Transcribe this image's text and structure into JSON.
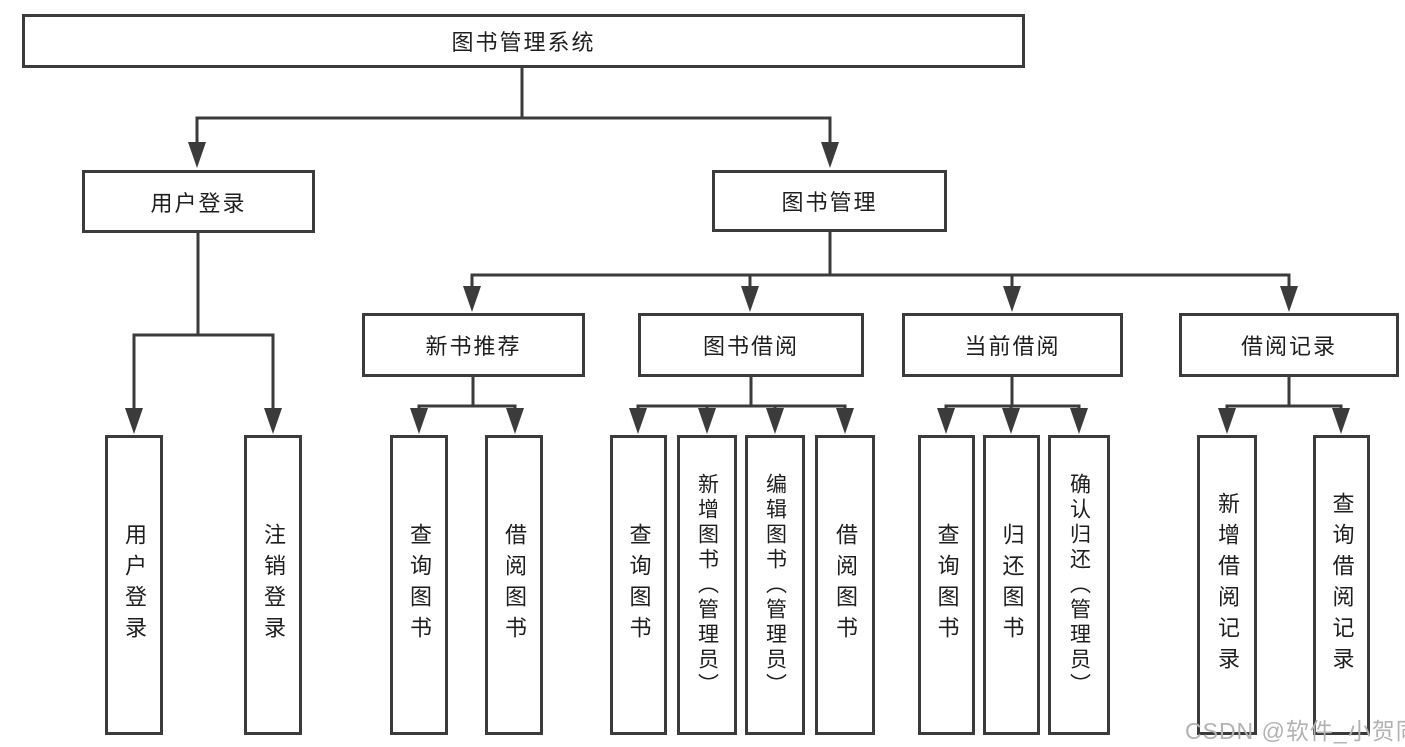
{
  "tree": {
    "label": "图书管理系统",
    "children": [
      {
        "label": "用户登录",
        "children": [
          {
            "label": "用户登录"
          },
          {
            "label": "注销登录"
          }
        ]
      },
      {
        "label": "图书管理",
        "children": [
          {
            "label": "新书推荐",
            "children": [
              {
                "label": "查询图书"
              },
              {
                "label": "借阅图书"
              }
            ]
          },
          {
            "label": "图书借阅",
            "children": [
              {
                "label": "查询图书"
              },
              {
                "label": "新增图书（管理员）"
              },
              {
                "label": "编辑图书（管理员）"
              },
              {
                "label": "借阅图书"
              }
            ]
          },
          {
            "label": "当前借阅",
            "children": [
              {
                "label": "查询图书"
              },
              {
                "label": "归还图书"
              },
              {
                "label": "确认归还（管理员）"
              }
            ]
          },
          {
            "label": "借阅记录",
            "children": [
              {
                "label": "新增借阅记录"
              },
              {
                "label": "查询借阅记录"
              }
            ]
          }
        ]
      }
    ]
  },
  "watermark": "CSDN @软件_小贺同学",
  "colors": {
    "line": "#3b3b3b",
    "box_border": "#3b3b3b",
    "box_fill": "#ffffff",
    "text": "#1e1e1e",
    "watermark": "#b2b2b2",
    "background": "#ffffff"
  }
}
